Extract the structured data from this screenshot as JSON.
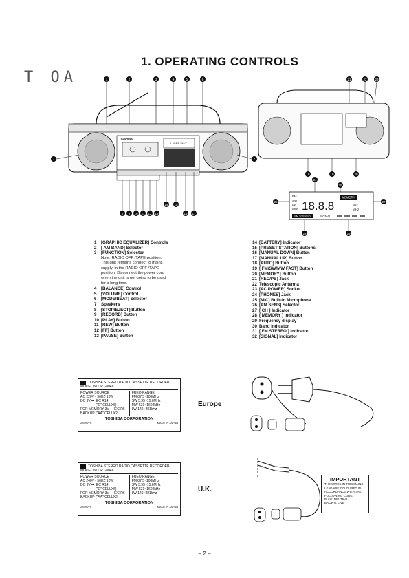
{
  "page": {
    "title": "1. OPERATING CONTROLS",
    "stamp": "T OA",
    "page_number": "– 2 –"
  },
  "callouts": {
    "front_top": [
      "1",
      "2",
      "3",
      "4",
      "5",
      "6"
    ],
    "front_left": "7",
    "front_right": "7",
    "front_bottom": [
      "8",
      "9",
      "10",
      "11",
      "12",
      "13",
      "14",
      "15",
      "16",
      "17"
    ],
    "back_top": [
      "21",
      "22",
      "23"
    ],
    "back_bottom": [
      "18",
      "19",
      "20"
    ],
    "lcd": [
      "24",
      "25",
      "26",
      "27",
      "28",
      "29"
    ]
  },
  "lcd": {
    "bands": [
      "FM",
      "SW",
      "LW",
      "MW"
    ],
    "digits": "18.8.8",
    "memory": "MEMORY",
    "unit_khz": "kHz",
    "unit_mhz": "MHz",
    "fm_stereo": "FM STEREO",
    "signal": "SIGNAL"
  },
  "device": {
    "brand": "TOSHIBA",
    "model_label": "LASER FM/T"
  },
  "controls": [
    {
      "num": "1",
      "label": "[GRAPHIC EQUALIZER] Controls"
    },
    {
      "num": "2",
      "label": "[ AM BAND] Selector"
    },
    {
      "num": "3",
      "label": "[FUNCTION] Selector"
    },
    {
      "num": "",
      "label": "Note: RADIO OFF /TAPE position:",
      "note": true
    },
    {
      "num": "",
      "label": "This unit remains connect to mains",
      "note": true
    },
    {
      "num": "",
      "label": "supply, in the RADIO OFF /TAPE",
      "note": true
    },
    {
      "num": "",
      "label": "position. Disconnect the power cord",
      "note": true
    },
    {
      "num": "",
      "label": "when the unit is not going to be used",
      "note": true
    },
    {
      "num": "",
      "label": "for a long time.",
      "note": true
    },
    {
      "num": "4",
      "label": "[BALANCE] Control"
    },
    {
      "num": "5",
      "label": "[VOLUME] Control"
    },
    {
      "num": "6",
      "label": "[MODE/BEAT] Selector"
    },
    {
      "num": "7",
      "label": "Speakers"
    },
    {
      "num": "8",
      "label": "[STOP/EJECT] Button"
    },
    {
      "num": "9",
      "label": "[RECORD] Button"
    },
    {
      "num": "10",
      "label": "[PLAY] Button"
    },
    {
      "num": "11",
      "label": "[REW] Button"
    },
    {
      "num": "12",
      "label": "[FF] Button"
    },
    {
      "num": "13",
      "label": "[PAUSE] Button"
    }
  ],
  "controls_right": [
    {
      "num": "14",
      "label": "[BATTERY] Indicator"
    },
    {
      "num": "15",
      "label": "[PRESET STATION] Buttons"
    },
    {
      "num": "16",
      "label": "[MANUAL DOWN] Button"
    },
    {
      "num": "17",
      "label": "[MANUAL UP] Button"
    },
    {
      "num": "18",
      "label": "[AUTO] Button"
    },
    {
      "num": "19",
      "label": "[ FM/SW/MW FAST] Button"
    },
    {
      "num": "20",
      "label": "[MEMORY] Button"
    },
    {
      "num": "21",
      "label": "[REC/PB] Jack"
    },
    {
      "num": "22",
      "label": "Telescopic Antenna"
    },
    {
      "num": "23",
      "label": "[AC POWER] Socket"
    },
    {
      "num": "24",
      "label": "[PHONES] Jack"
    },
    {
      "num": "25",
      "label": "[MIC] Built-in Microphone"
    },
    {
      "num": "26",
      "label": "[AM SENS] Selector"
    },
    {
      "num": "27",
      "label": "[ CH ] Indicator"
    },
    {
      "num": "28",
      "label": "[ MEMORY ] Indicator"
    },
    {
      "num": "29",
      "label": "Frequency display"
    },
    {
      "num": "30",
      "label": "Band Indicator"
    },
    {
      "num": "31",
      "label": "[ FM STEREO ] Indicator"
    },
    {
      "num": "32",
      "label": "[SIGNAL] Indicator"
    }
  ],
  "plate_europe": {
    "header": "TOSHIBA STEREO RADIO CASSETTE RECORDER",
    "model": "MODEL NO. RT-8046",
    "power_source": "POWER SOURCE",
    "ac": "AC 220V~ 50HZ    10W",
    "dc": "DC        9V ⎓ IEC R14",
    "dc2": "(\"C\" CELLX6)",
    "memory": "FOR MEMORY  3V ⎓ IEC R6",
    "backup": "BACKUP      (\"AA\" CELLX2)",
    "freq_range": "FREQ RANGE",
    "fm": "FM 87.5~108MHz",
    "sw": "SW 5.95~15.6MHz",
    "mw": "MW 531~1602kHz",
    "lw": "LW 146~281kHz",
    "maker": "TOSHIBA CORPORATION",
    "made": "MADE IN JAPAN",
    "code": "23991VS"
  },
  "plate_uk": {
    "header": "TOSHIBA STEREO RADIO CASSETTE RECORDER",
    "model": "MODEL NO. RT-8046",
    "power_source": "POWER SOURCE",
    "ac": "AC 240V~ 50HZ    10W",
    "dc": "DC        9V ⎓ IEC R14",
    "dc2": "(\"C\" CELLX6)",
    "memory": "FOR MEMORY  3V ⎓ IEC R6",
    "backup": "BACKUP      (\"AA\" CELLX2)",
    "freq_range": "FREQ RANGE",
    "fm": "FM 87.5~108MHz",
    "sw": "SW 5.95~15.6MHz",
    "mw": "MW 531~1602kHz",
    "lw": "LW 146~281kHz",
    "maker": "TOSHIBA CORPORATION",
    "made": "MADE IN JAPAN",
    "code": "23991VS"
  },
  "regions": {
    "europe": "Europe",
    "uk": "U.K."
  },
  "important": {
    "title": "IMPORTANT",
    "line1": "THE WIRES IN THIS MAINS",
    "line2": "LEAD ARE COLOURED IN",
    "line3": "ACCORDANCE WITH THE",
    "line4": "FOLLOWING CODE:",
    "line5": "BLUE:    NEUTRAL",
    "line6": "BROWN:   LIVE"
  }
}
